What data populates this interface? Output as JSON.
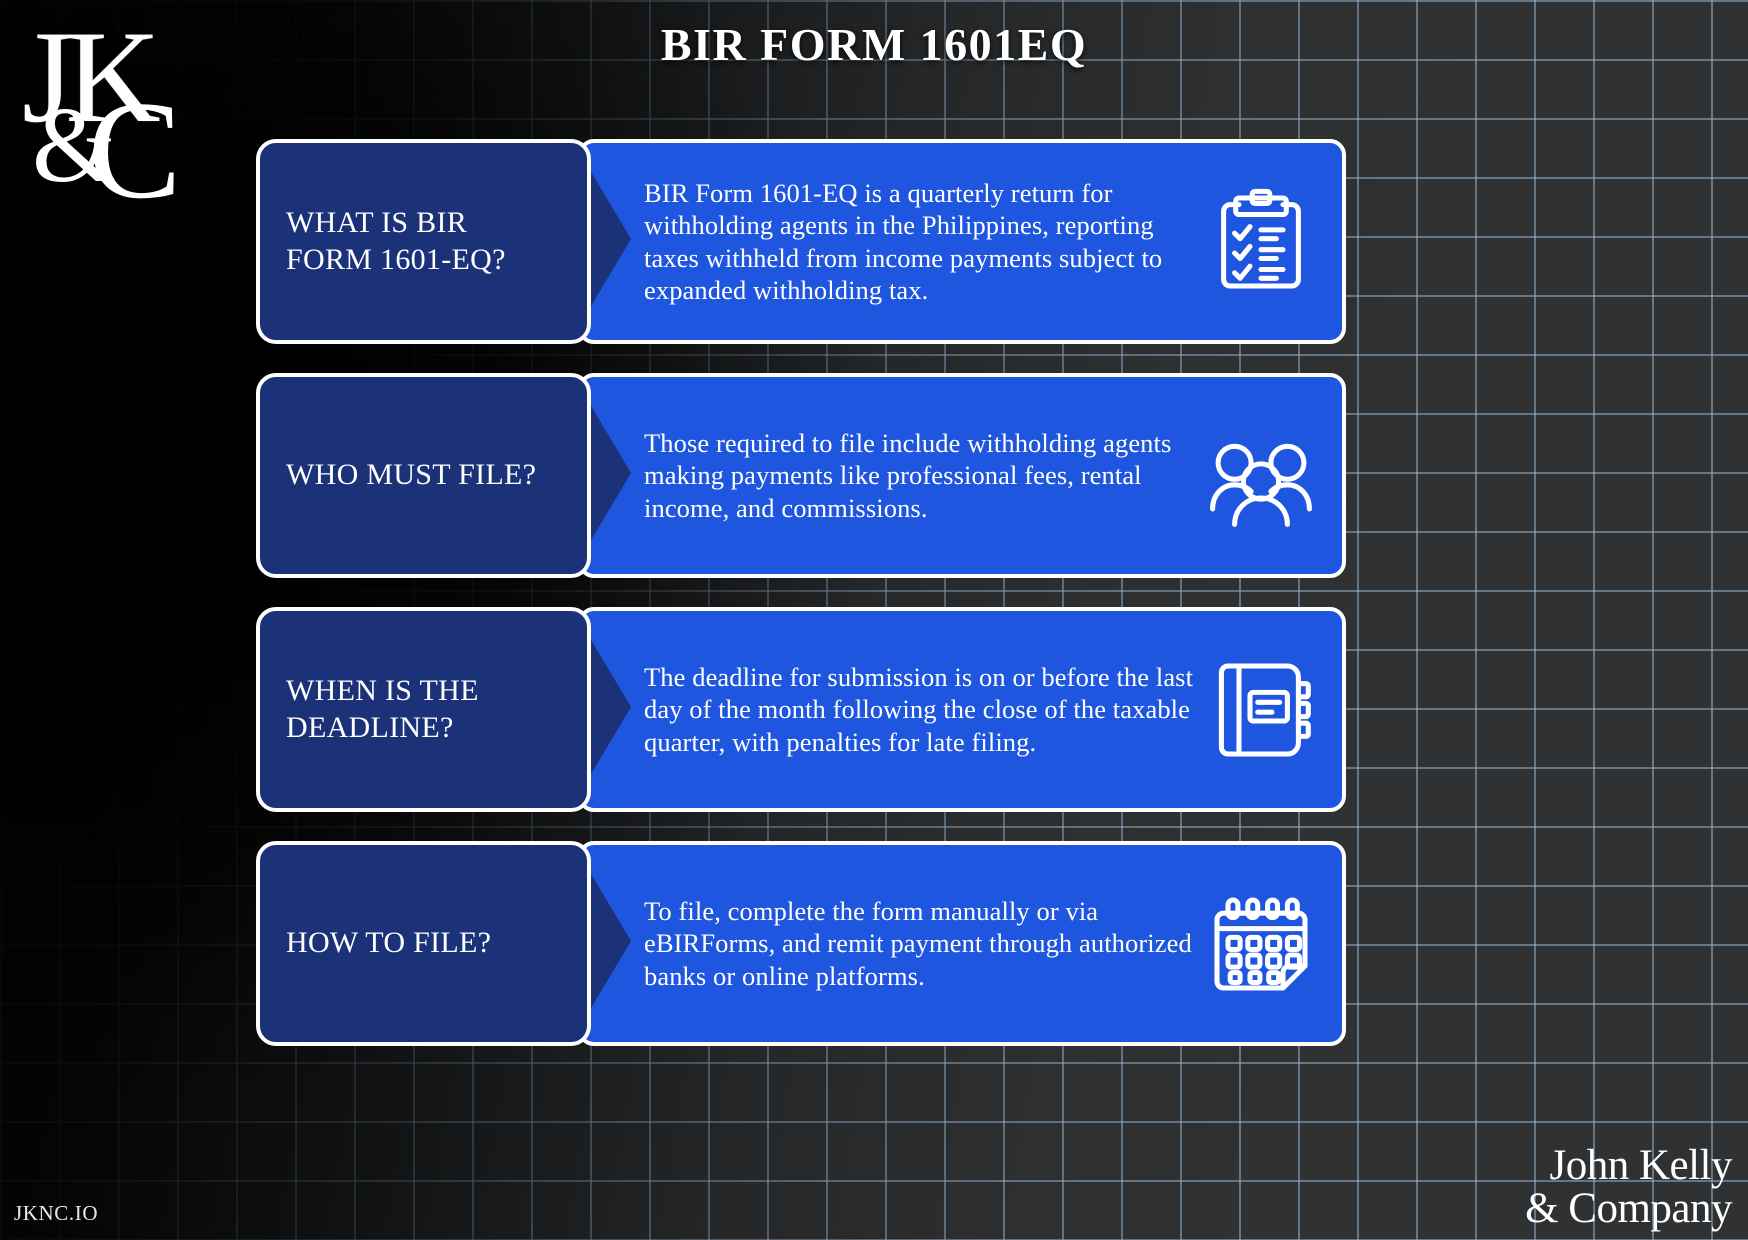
{
  "brand": {
    "logo_initials": "JK",
    "logo_ampersand": "&",
    "logo_c": "C",
    "accent_navy": "#1b3279",
    "accent_blue": "#1f56e0",
    "grid_line_color": "#8fb1cd"
  },
  "header": {
    "title": "BIR FORM 1601EQ"
  },
  "rows": [
    {
      "label": "WHAT IS BIR FORM 1601-EQ?",
      "body": "BIR Form 1601-EQ is a quarterly return for withholding agents in the Philippines, reporting taxes withheld from income payments subject to expanded withholding tax.",
      "icon": "clipboard-checklist-icon"
    },
    {
      "label": "WHO MUST FILE?",
      "body": "Those required to file include withholding agents making payments like professional fees, rental income, and commissions.",
      "icon": "people-group-icon"
    },
    {
      "label": "WHEN IS THE DEADLINE?",
      "body": "The deadline for submission is on or before the last day of the month following the close of the taxable quarter, with penalties for late filing.",
      "icon": "notebook-icon"
    },
    {
      "label": "HOW TO FILE?",
      "body": "To file, complete the form manually or via eBIRForms, and remit payment through authorized banks or online platforms.",
      "icon": "calendar-icon"
    }
  ],
  "footer": {
    "site": "JKNC.IO",
    "company_line1": "John Kelly",
    "company_line2": "& Company"
  }
}
